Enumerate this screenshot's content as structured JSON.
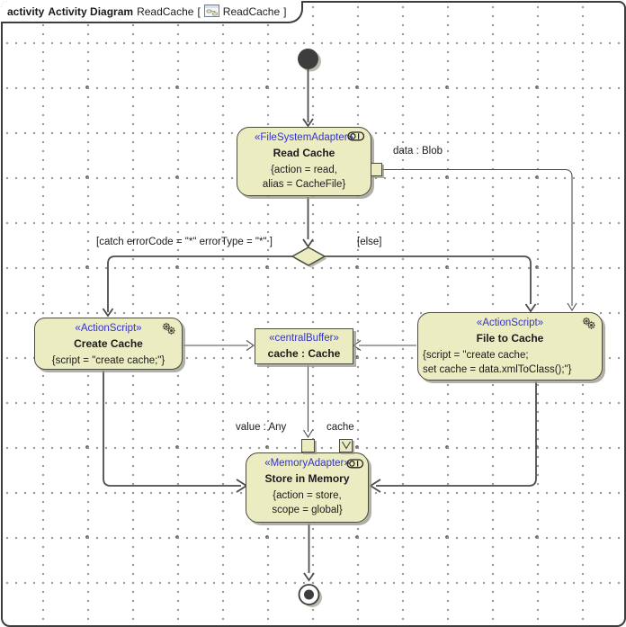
{
  "frame": {
    "tab": {
      "keyword": "activity",
      "diagram_type": "Activity Diagram",
      "diagram_name": "ReadCache",
      "bracket_open": "[",
      "ref_name": "ReadCache",
      "bracket_close": "]",
      "icon": "activity-diagram-icon"
    }
  },
  "nodes": {
    "read_cache": {
      "stereotype": "«FileSystemAdapter»",
      "name": "Read Cache",
      "body": [
        "{action = read,",
        "alias = CacheFile}"
      ],
      "icon": "adapter-icon"
    },
    "create_cache": {
      "stereotype": "«ActionScript»",
      "name": "Create Cache",
      "body": [
        "{script = \"create cache;\"}"
      ],
      "icon": "gears-icon"
    },
    "central_buffer": {
      "stereotype": "«centralBuffer»",
      "name": "cache : Cache"
    },
    "file_to_cache": {
      "stereotype": "«ActionScript»",
      "name": "File to Cache",
      "body": [
        "{script = \"create cache;",
        "set cache = data.xmlToClass();\"}"
      ],
      "icon": "gears-icon"
    },
    "store_in_memory": {
      "stereotype": "«MemoryAdapter»",
      "name": "Store in Memory",
      "body": [
        "{action = store,",
        "scope = global}"
      ],
      "icon": "adapter-icon"
    }
  },
  "labels": {
    "catch_guard": "[catch errorCode = \"*\" errorType = \"*\" ]",
    "else_guard": "[else]",
    "data_pin": "data : Blob",
    "value_pin": "value : Any",
    "cache_pin": "cache"
  },
  "colors": {
    "node_fill": "#ECECC3",
    "node_border": "#4b4b40",
    "stereo_blue": "#3333CC",
    "edge": "#4c4c48",
    "ink": "#1a1a1a"
  }
}
